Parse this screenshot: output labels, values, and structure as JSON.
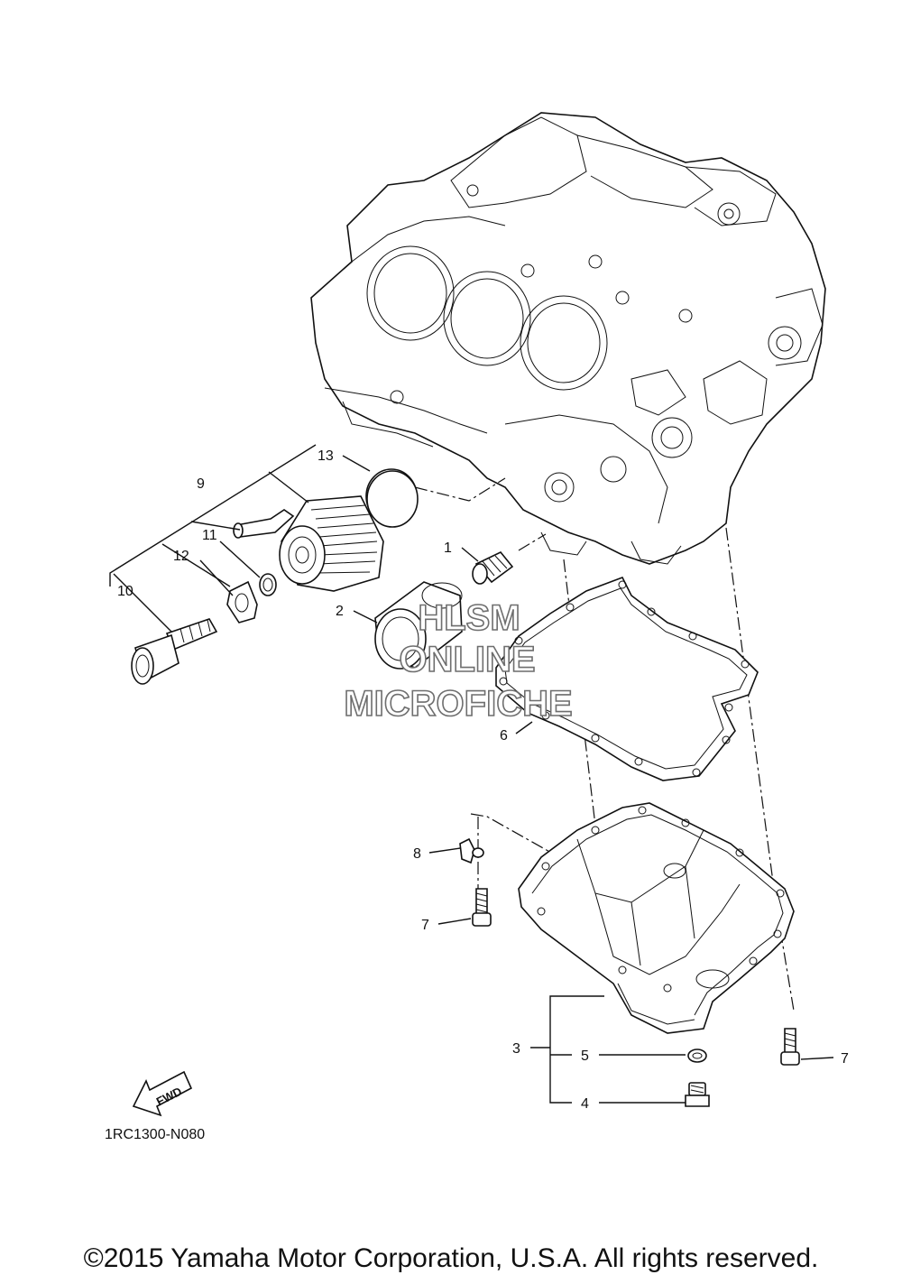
{
  "diagram_code": "1RC1300-N080",
  "fwd_label": "FWD",
  "watermark": {
    "line1": "HLSM",
    "line2": "ONLINE",
    "line3": "MICROFICHE"
  },
  "callouts": {
    "c1": "1",
    "c2": "2",
    "c3": "3",
    "c4": "4",
    "c5": "5",
    "c6": "6",
    "c7a": "7",
    "c7b": "7",
    "c8": "8",
    "c9": "9",
    "c10": "10",
    "c11": "11",
    "c12": "12",
    "c13": "13"
  },
  "copyright": "©2015 Yamaha Motor Corporation, U.S.A. All rights reserved."
}
